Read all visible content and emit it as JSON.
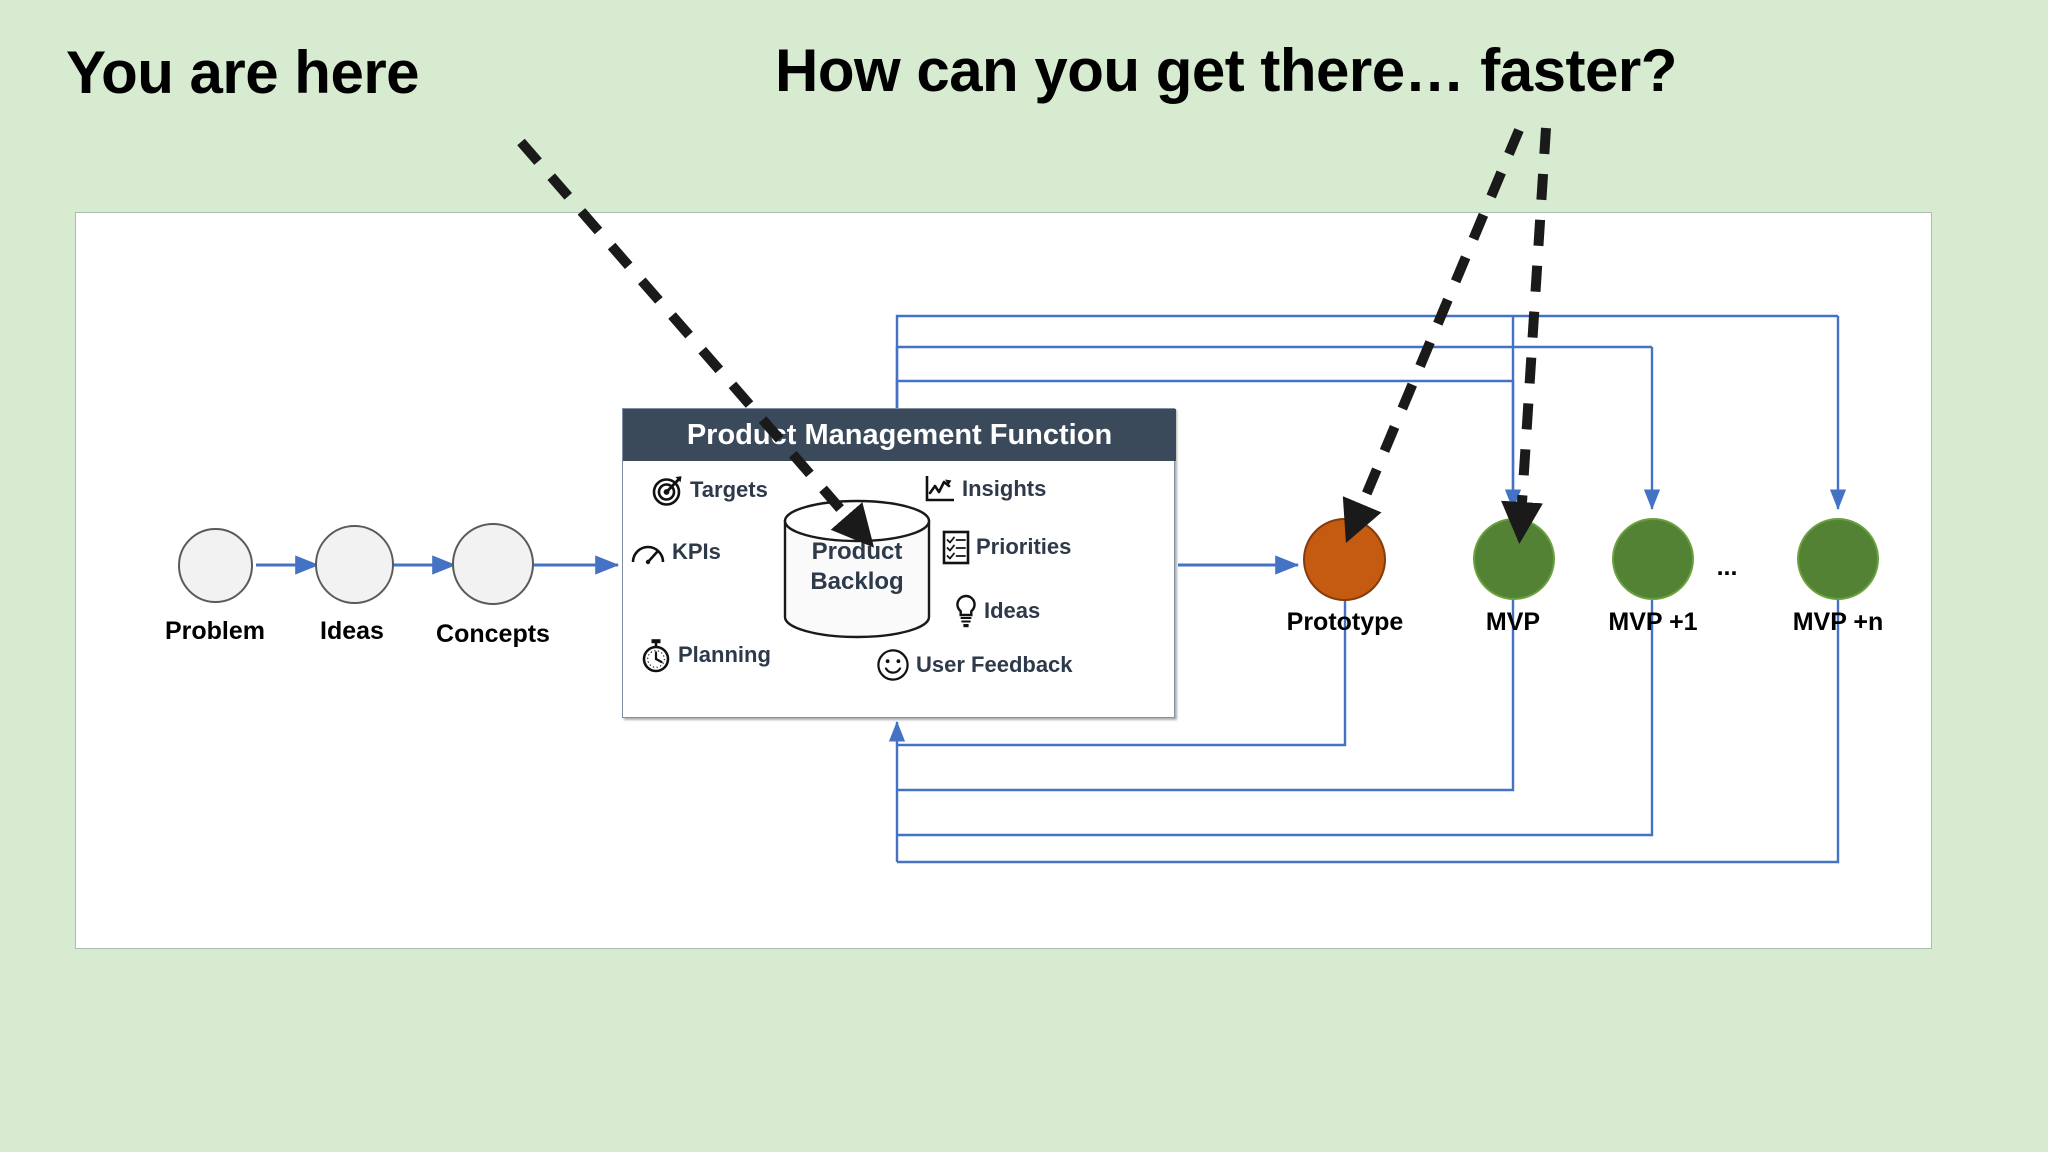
{
  "headings": {
    "left": "You are here",
    "right": "How can you get there… faster?"
  },
  "colors": {
    "background": "#D6EBD0",
    "panel": "#FFFFFF",
    "pm_header": "#3B4A5A",
    "flow_arrow": "#4472C4",
    "prototype": "#C55A11",
    "mvp": "#548235",
    "stage_grey": "#F2F2F2",
    "annotation": "#000000"
  },
  "pipeline": {
    "early_stages": [
      {
        "label": "Problem",
        "icon": "stage-circle-icon",
        "color": "#F2F2F2"
      },
      {
        "label": "Ideas",
        "icon": "stage-circle-icon",
        "color": "#F2F2F2"
      },
      {
        "label": "Concepts",
        "icon": "stage-circle-icon",
        "color": "#F2F2F2"
      }
    ],
    "release_stages": [
      {
        "label": "Prototype",
        "icon": "stage-circle-icon",
        "color": "#C55A11"
      },
      {
        "label": "MVP",
        "icon": "stage-circle-icon",
        "color": "#548235"
      },
      {
        "label": "MVP +1",
        "icon": "stage-circle-icon",
        "color": "#548235"
      },
      {
        "label": "MVP +n",
        "icon": "stage-circle-icon",
        "color": "#548235"
      }
    ],
    "ellipsis": "..."
  },
  "pm_function": {
    "title": "Product Management Function",
    "backlog": {
      "line1": "Product",
      "line2": "Backlog"
    },
    "items": [
      {
        "label": "Targets",
        "icon": "target-bullseye-icon"
      },
      {
        "label": "KPIs",
        "icon": "gauge-icon"
      },
      {
        "label": "Planning",
        "icon": "stopwatch-icon"
      },
      {
        "label": "Insights",
        "icon": "line-chart-icon"
      },
      {
        "label": "Priorities",
        "icon": "checklist-icon"
      },
      {
        "label": "Ideas",
        "icon": "lightbulb-icon"
      },
      {
        "label": "User Feedback",
        "icon": "smiley-face-icon"
      }
    ]
  },
  "annotations": [
    {
      "name": "you-are-here-pointer",
      "target": "Product Backlog"
    },
    {
      "name": "get-there-faster-pointer-prototype",
      "target": "Prototype"
    },
    {
      "name": "get-there-faster-pointer-mvp",
      "target": "MVP"
    }
  ]
}
